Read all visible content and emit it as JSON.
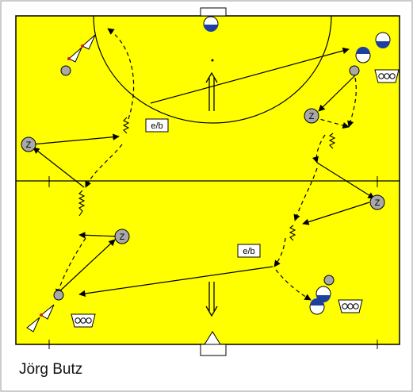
{
  "diagram": {
    "label_drill": "e/b",
    "label_drill_2": "e/b",
    "player_marker": "Z",
    "author": "Jörg Butz"
  },
  "colors": {
    "court": "#ffff00",
    "line": "#000000",
    "player": "#a8a8a8",
    "ball_blue": "#1d3fa0",
    "cone_red": "#d81b1b"
  },
  "icons": [
    "goal-icon",
    "cone-icon",
    "ball-icon",
    "ball-basket-icon",
    "player-icon"
  ]
}
